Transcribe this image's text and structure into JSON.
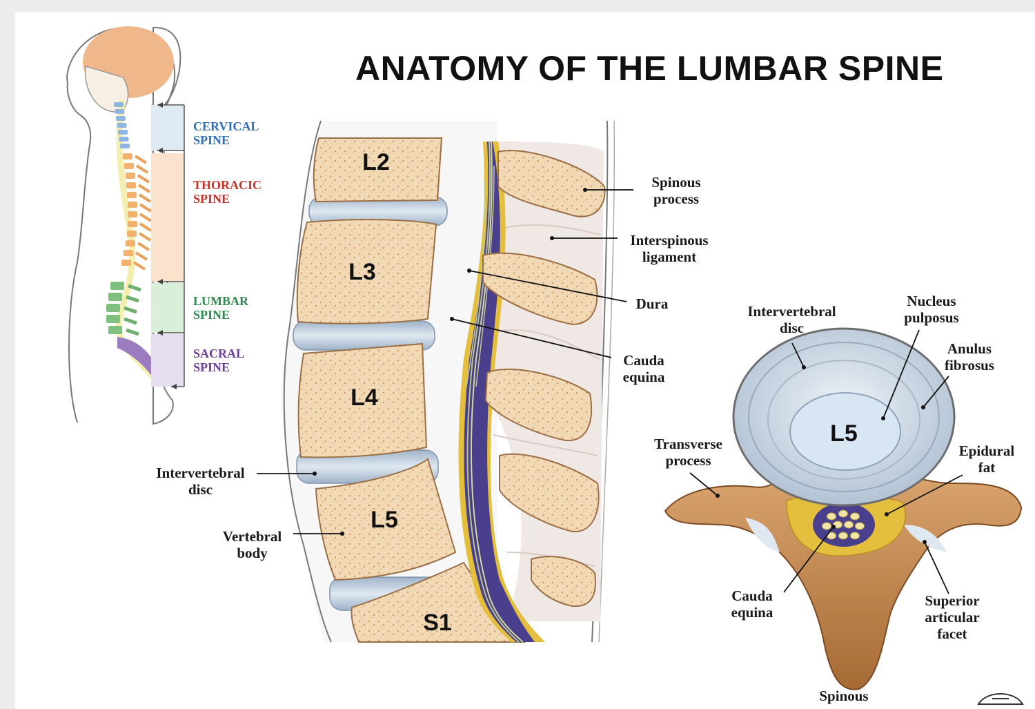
{
  "title": "ANATOMY OF THE LUMBAR SPINE",
  "colors": {
    "bone": "#f1d9b5",
    "disc": "#c7d6e4",
    "dura": "#4a3f8c",
    "fat": "#e4bf3e",
    "cervical": "#2f6fb5",
    "thoracic": "#c8302a",
    "lumbar": "#2e8a4e",
    "sacral": "#6b3d96"
  },
  "regions": {
    "cervical": "CERVICAL\nSPINE",
    "thoracic": "THORACIC\nSPINE",
    "lumbar": "LUMBAR\nSPINE",
    "sacral": "SACRAL\nSPINE"
  },
  "vertebrae": {
    "l2": "L2",
    "l3": "L3",
    "l4": "L4",
    "l5": "L5",
    "s1": "S1",
    "axial": "L5"
  },
  "labels": {
    "spinous_process": "Spinous\nprocess",
    "interspinous_ligament": "Interspinous\nligament",
    "dura": "Dura",
    "cauda_equina": "Cauda\nequina",
    "intervertebral_disc": "Intervertebral\ndisc",
    "vertebral_body": "Vertebral\nbody"
  },
  "axial_labels": {
    "intervertebral_disc": "Intervertebral\ndisc",
    "nucleus_pulposus": "Nucleus\npulposus",
    "anulus_fibrosus": "Anulus\nfibrosus",
    "transverse_process": "Transverse\nprocess",
    "epidural_fat": "Epidural\nfat",
    "cauda_equina": "Cauda\nequina",
    "superior_articular_facet": "Superior\narticular\nfacet",
    "spinous": "Spinous"
  }
}
